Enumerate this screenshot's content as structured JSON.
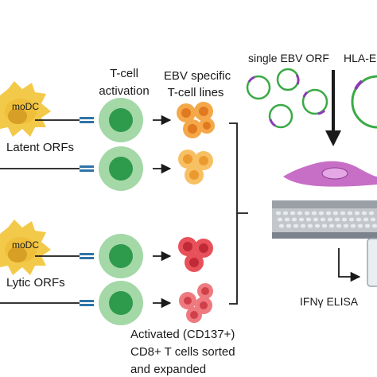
{
  "labels": {
    "tcell_activation_1": "T-cell",
    "tcell_activation_2": "activation",
    "ebv_lines_1": "EBV specific",
    "ebv_lines_2": "T-cell lines",
    "single_orf": "single EBV ORF",
    "hla": "HLA-E",
    "modc_top": "moDC",
    "latent": "Latent ORFs",
    "modc_bottom": "moDC",
    "lytic": "Lytic ORFs",
    "activated_1": "Activated (CD137+)",
    "activated_2": "CD8+  T cells sorted",
    "activated_3": "and expanded",
    "elisa": "IFNγ ELISA"
  },
  "colors": {
    "dc": "#f3c94a",
    "dc_core": "#d79f25",
    "tcell_outer": "#a4d8a7",
    "tcell_inner": "#2e9a4c",
    "latent_cells": "#f29a3a",
    "lytic_cells": "#e04450",
    "receptor": "#2f74a8",
    "plasmid_green": "#3aaa45",
    "plasmid_purple": "#8b3db5",
    "target_cell": "#c76fc7",
    "plate": "#9aa0a8"
  },
  "icons": {
    "dendritic_cell": "dendritic-cell-icon",
    "t_cell": "t-cell-icon",
    "expanded_cells": "cell-cluster-icon",
    "plasmid": "plasmid-icon",
    "well_plate": "well-plate-icon"
  }
}
